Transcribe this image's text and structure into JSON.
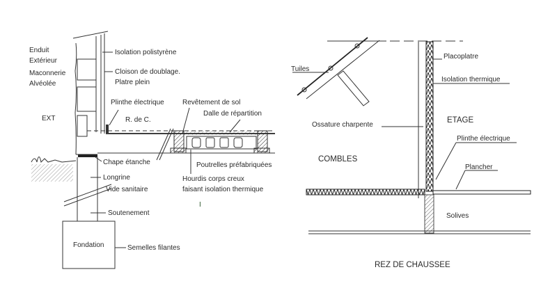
{
  "left_diagram": {
    "labels": {
      "enduit": "Enduit",
      "exterieur": "Extérieur",
      "maconnerie": "Maconnerie",
      "alveolee": "Alvéolée",
      "ext": "EXT",
      "isolation": "Isolation polistyrène",
      "cloison": "Cloison de doublage.",
      "platre": "Platre plein",
      "plinthe": "Plinthe électrique",
      "rdc": "R. de C.",
      "revetement": "Revêtement de sol",
      "dalle": "Dalle de répartition",
      "chape": "Chape étanche",
      "poutrelles": "Poutrelles préfabriquées",
      "longrine": "Longrine",
      "hourdis1": "Hourdis corps creux",
      "hourdis2": "faisant isolation thermique",
      "vide": "Vide sanitaire",
      "soutenement": "Soutenement",
      "fondation": "Fondation",
      "semelles": "Semelles filantes",
      "cursor": "I"
    }
  },
  "right_diagram": {
    "labels": {
      "tuiles": "Tuiles",
      "placoplatre": "Placoplatre",
      "isolation": "Isolation thermique",
      "etage": "ETAGE",
      "ossature": "Ossature charpente",
      "plinthe": "Plinthe électrique",
      "combles": "COMBLES",
      "plancher": "Plancher",
      "solives": "Solives",
      "rdc": "REZ DE CHAUSSEE"
    }
  }
}
